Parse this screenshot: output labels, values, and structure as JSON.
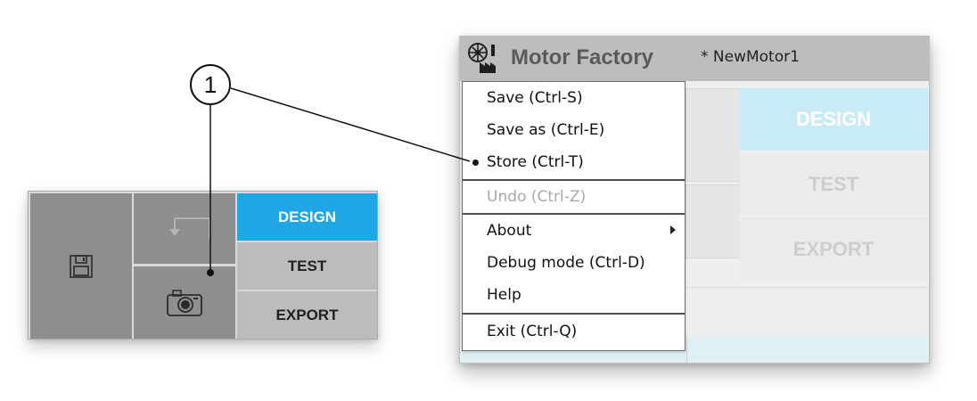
{
  "callout": {
    "number": "1"
  },
  "toolbar": {
    "design_label": "DESIGN",
    "test_label": "TEST",
    "export_label": "EXPORT",
    "save_icon": "floppy-disk-icon",
    "undo_icon": "undo-arrow-icon",
    "store_icon": "camera-icon"
  },
  "app": {
    "title": "Motor Factory",
    "filename": "* NewMotor1",
    "logo_icon": "motor-factory-logo-icon"
  },
  "faded_buttons": {
    "design": "DESIGN",
    "test": "TEST",
    "export": "EXPORT"
  },
  "menu": {
    "save": "Save (Ctrl-S)",
    "save_as": "Save as (Ctrl-E)",
    "store": "Store (Ctrl-T)",
    "undo": "Undo (Ctrl-Z)",
    "about": "About",
    "debug_mode": "Debug mode (Ctrl-D)",
    "help": "Help",
    "exit": "Exit (Ctrl-Q)"
  },
  "colors": {
    "design_blue": "#1ea7e4",
    "toolbar_gray": "#8e8e8e",
    "button_gray": "#bcbcbc",
    "faded_design_blue": "#c9ebf7",
    "bottom_band": "#dff0f4"
  }
}
